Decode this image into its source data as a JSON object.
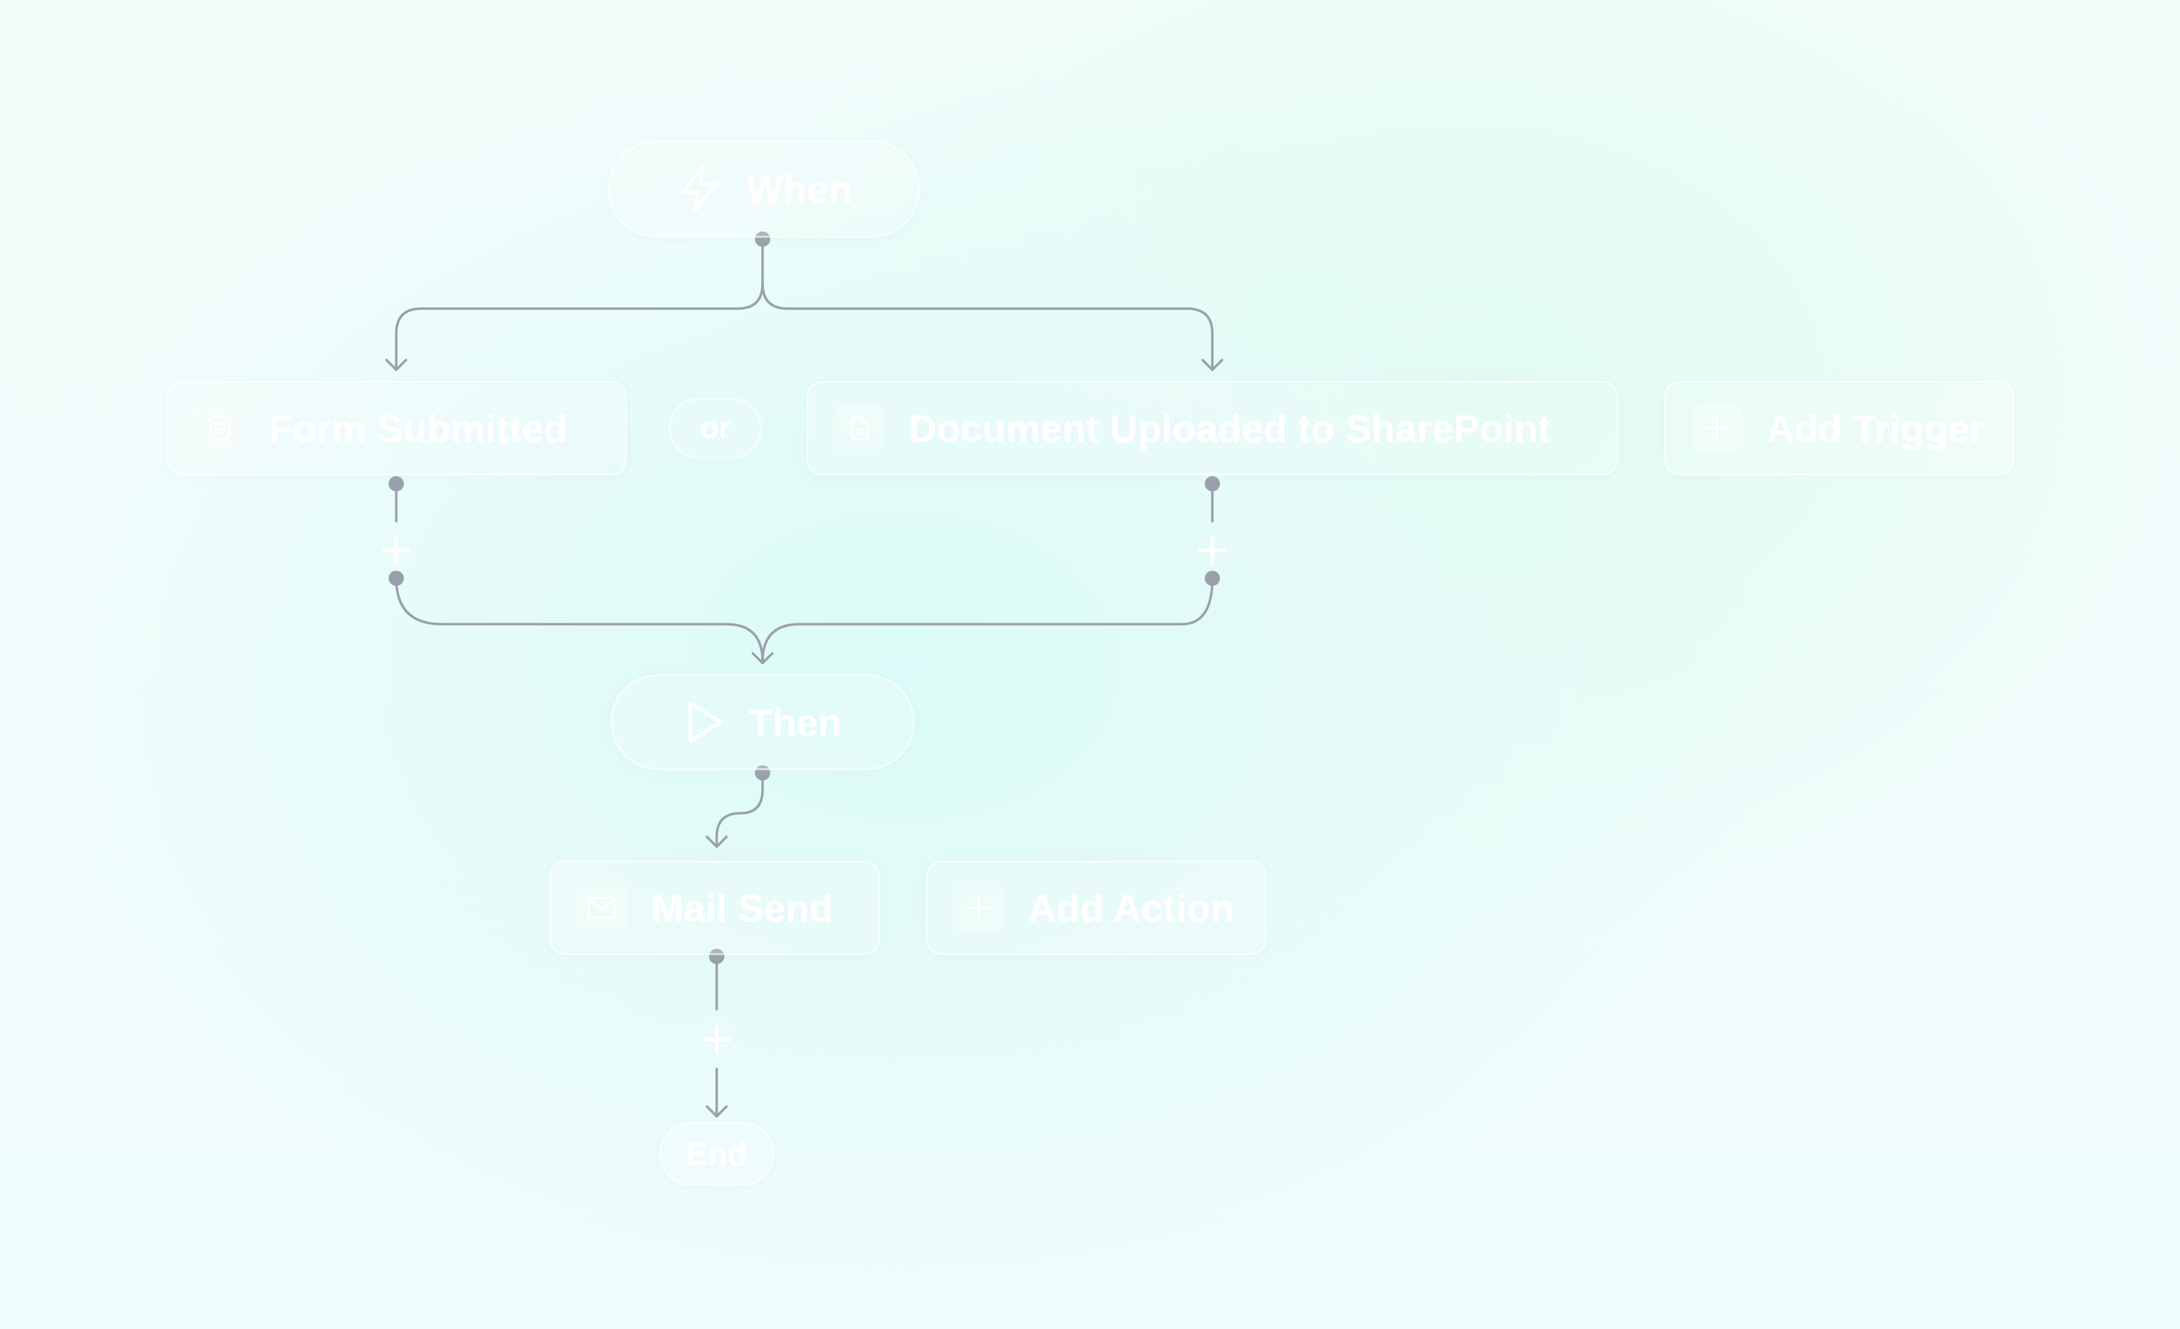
{
  "flow": {
    "when_label": "When",
    "or_label": "or",
    "triggers": [
      {
        "label": "Form Submitted",
        "icon": "form-icon"
      },
      {
        "label": "Document Uploaded to SharePoint",
        "icon": "document-icon"
      }
    ],
    "add_trigger_label": "Add Trigger",
    "then_label": "Then",
    "actions": [
      {
        "label": "Mail Send",
        "icon": "mail-icon"
      }
    ],
    "add_action_label": "Add Action",
    "end_label": "End"
  },
  "colors": {
    "connector": "#9aa0aa",
    "node_text": "#ffffff"
  }
}
